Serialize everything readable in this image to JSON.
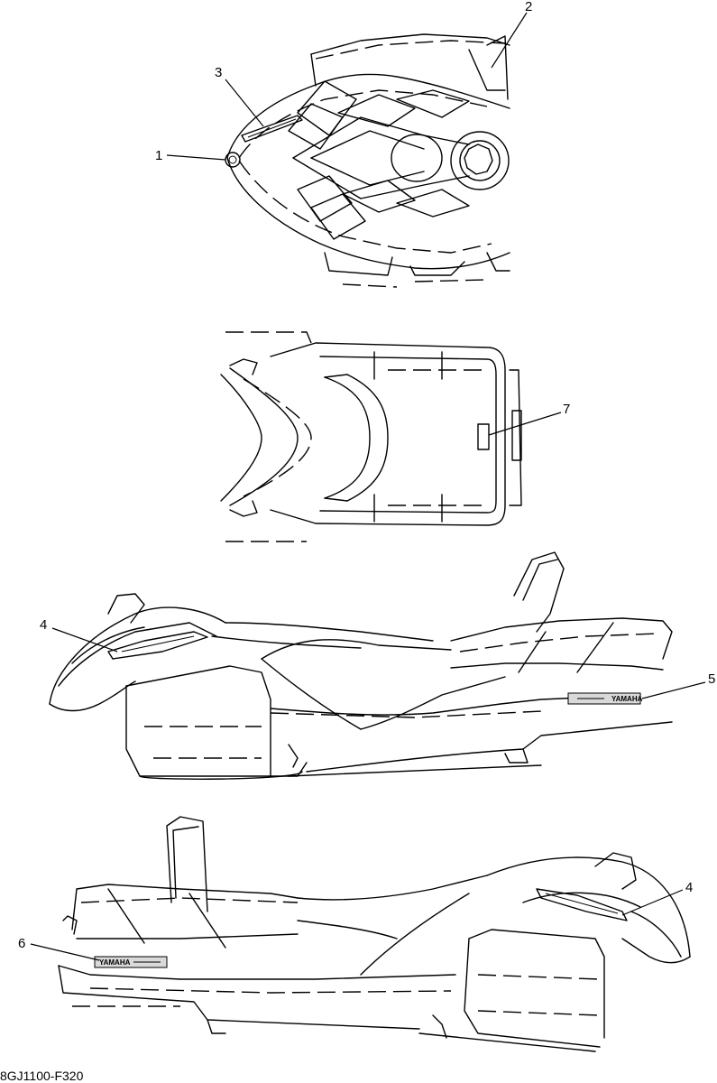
{
  "callouts": {
    "c1": "1",
    "c2": "2",
    "c3": "3",
    "c4a": "4",
    "c4b": "4",
    "c5": "5",
    "c6": "6",
    "c7": "7"
  },
  "decals": {
    "side_right_brand": "YAMAHA",
    "side_left_brand": "YAMAHA"
  },
  "drawing_code": "8GJ1100-F320",
  "colors": {
    "line": "#000000",
    "background": "#ffffff",
    "decal_fill": "#d9d9d9"
  }
}
